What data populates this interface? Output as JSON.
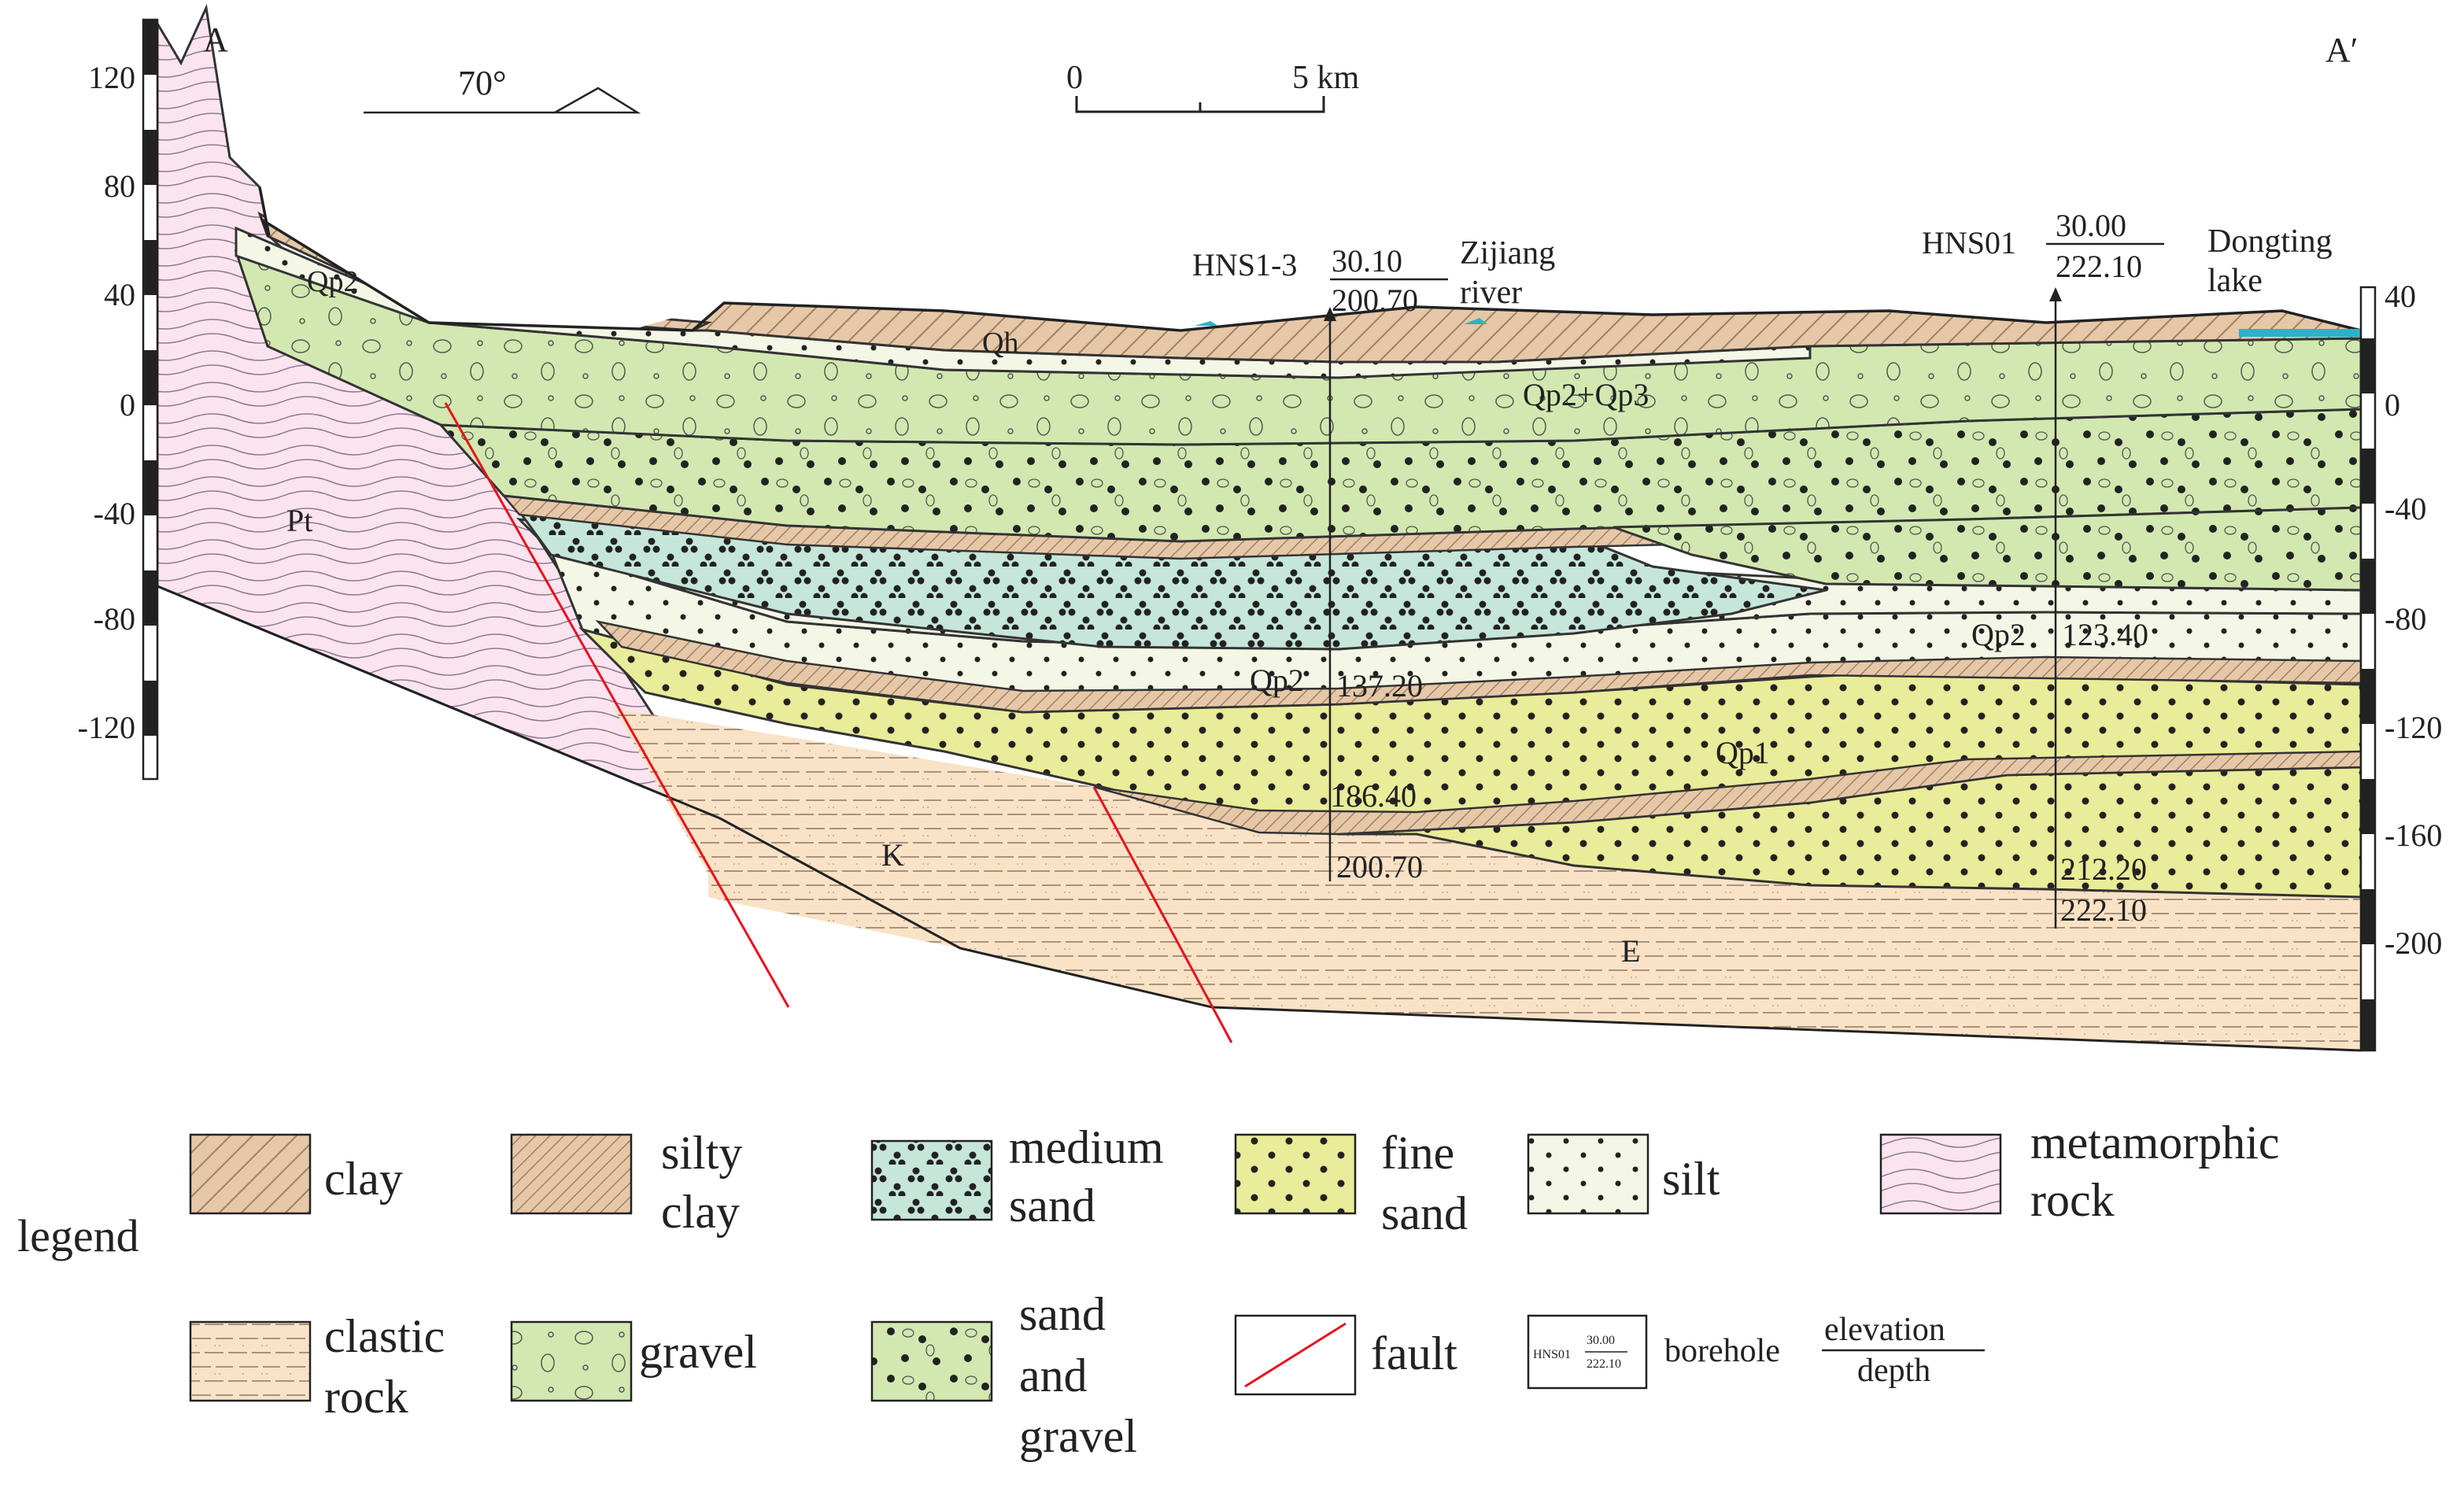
{
  "section": {
    "end_left": "A",
    "end_right": "A′",
    "dip": "70°",
    "scale_zero": "0",
    "scale_end": "5 km"
  },
  "left_axis": {
    "ticks": [
      "120",
      "80",
      "40",
      "0",
      "-40",
      "-80",
      "-120"
    ]
  },
  "right_axis": {
    "ticks": [
      "40",
      "0",
      "-40",
      "-80",
      "-120",
      "-160",
      "-200"
    ]
  },
  "boreholes": [
    {
      "name": "HNS1-3",
      "elevation": "30.10",
      "depth": "200.70",
      "intercepts": [
        "137.20",
        "186.40",
        "200.70"
      ]
    },
    {
      "name": "HNS01",
      "elevation": "30.00",
      "depth": "222.10",
      "intercepts": [
        "123.40",
        "212.20",
        "222.10"
      ]
    }
  ],
  "places": {
    "zijiang_line1": "Zijiang",
    "zijiang_line2": "river",
    "dongting_line1": "Dongting",
    "dongting_line2": "lake"
  },
  "units": {
    "qh": "Qh",
    "qp2_top": "Qp2",
    "qp23": "Qp2+Qp3",
    "pt": "Pt",
    "qp2_mid_a": "Qp2",
    "qp2_mid_b": "Qp2",
    "qp1": "Qp1",
    "k": "K",
    "e": "E"
  },
  "legend": {
    "title": "legend",
    "clay": "clay",
    "silty_clay_1": "silty",
    "silty_clay_2": "clay",
    "medium_sand_1": "medium",
    "medium_sand_2": "sand",
    "fine_sand_1": "fine",
    "fine_sand_2": "sand",
    "silt": "silt",
    "metamorphic_1": "metamorphic",
    "metamorphic_2": "rock",
    "clastic_1": "clastic",
    "clastic_2": "rock",
    "gravel": "gravel",
    "sand_gravel_1": "sand",
    "sand_gravel_2": "and",
    "sand_gravel_3": "gravel",
    "fault": "fault",
    "borehole": "borehole",
    "elevation": "elevation",
    "depth": "depth",
    "sample_name": "HNS01",
    "sample_elev": "30.00",
    "sample_depth": "222.10"
  },
  "colors": {
    "clay": "#e6c8a8",
    "medium_sand": "#c6e6da",
    "fine_sand": "#e9ec98",
    "silt": "#f4f6e6",
    "metamorphic": "#fbe4f0",
    "clastic": "#f9e2c6",
    "gravel": "#d2e8b0",
    "fault": "#e8101c",
    "lake": "#2ab3c6"
  }
}
